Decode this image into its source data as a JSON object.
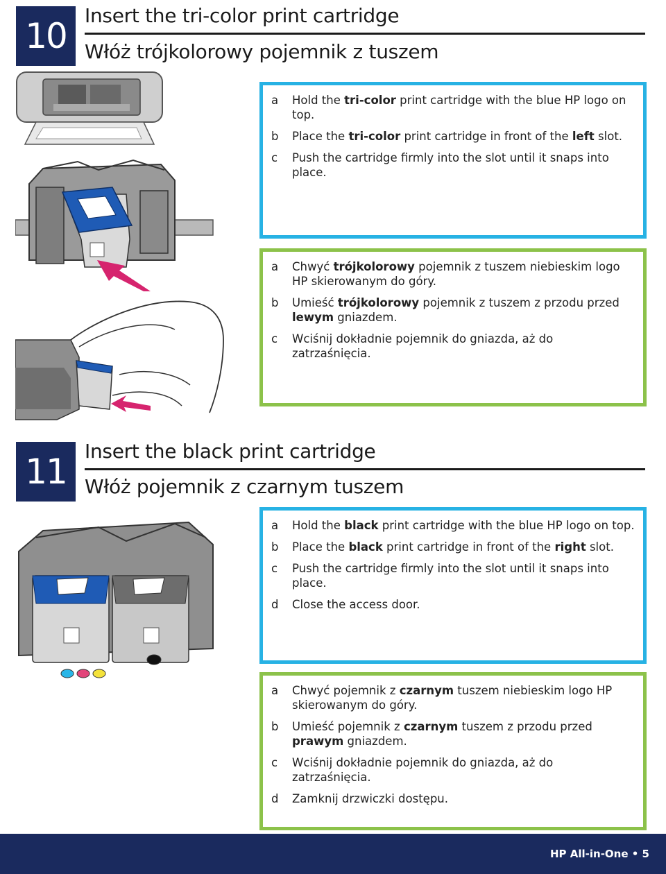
{
  "step10": {
    "number": "10",
    "title_en": "Insert the tri-color print cartridge",
    "title_pl": "Włóż trójkolorowy pojemnik z tuszem",
    "en_items": [
      {
        "letter": "a",
        "parts": [
          "Hold the ",
          "tri-color",
          " print cartridge with the blue HP logo on top."
        ]
      },
      {
        "letter": "b",
        "parts": [
          "Place the ",
          "tri-color",
          " print cartridge in front of the ",
          "left",
          " slot."
        ]
      },
      {
        "letter": "c",
        "parts": [
          "Push the cartridge firmly into the slot until it snaps into place."
        ]
      }
    ],
    "pl_items": [
      {
        "letter": "a",
        "parts": [
          "Chwyć ",
          "trójkolorowy",
          " pojemnik z tuszem niebieskim logo HP skierowanym do góry."
        ]
      },
      {
        "letter": "b",
        "parts": [
          "Umieść ",
          "trójkolorowy",
          " pojemnik z tuszem z przodu przed ",
          "lewym",
          " gniazdem."
        ]
      },
      {
        "letter": "c",
        "parts": [
          "Wciśnij dokładnie pojemnik do gniazda, aż do zatrzaśnięcia."
        ]
      }
    ]
  },
  "step11": {
    "number": "11",
    "title_en": "Insert the black print cartridge",
    "title_pl": "Włóż pojemnik z czarnym tuszem",
    "en_items": [
      {
        "letter": "a",
        "parts": [
          "Hold the ",
          "black",
          " print cartridge with the blue HP logo on top."
        ]
      },
      {
        "letter": "b",
        "parts": [
          "Place the ",
          "black",
          " print cartridge in front of the ",
          "right",
          " slot."
        ]
      },
      {
        "letter": "c",
        "parts": [
          "Push the cartridge firmly into the slot until it snaps into place."
        ]
      },
      {
        "letter": "d",
        "parts": [
          "Close the access door."
        ]
      }
    ],
    "pl_items": [
      {
        "letter": "a",
        "parts": [
          "Chwyć pojemnik z ",
          "czarnym",
          " tuszem niebieskim logo HP skierowanym do góry."
        ]
      },
      {
        "letter": "b",
        "parts": [
          "Umieść pojemnik z ",
          "czarnym",
          " tuszem z przodu przed ",
          "prawym",
          " gniazdem."
        ]
      },
      {
        "letter": "c",
        "parts": [
          "Wciśnij dokładnie pojemnik do gniazda, aż do zatrzaśnięcia."
        ]
      },
      {
        "letter": "d",
        "parts": [
          "Zamknij drzwiczki dostępu."
        ]
      }
    ]
  },
  "colors": {
    "navy": "#1a2a5e",
    "cyan_border": "#27b2e4",
    "green_border": "#8cc24a",
    "arrow_magenta": "#d6246e"
  },
  "icons": {
    "color_dots": [
      "#29b6e8",
      "#e2457a",
      "#f4e23a"
    ],
    "black_dot": "#111111"
  },
  "footer": {
    "text": "HP All-in-One • 5"
  }
}
